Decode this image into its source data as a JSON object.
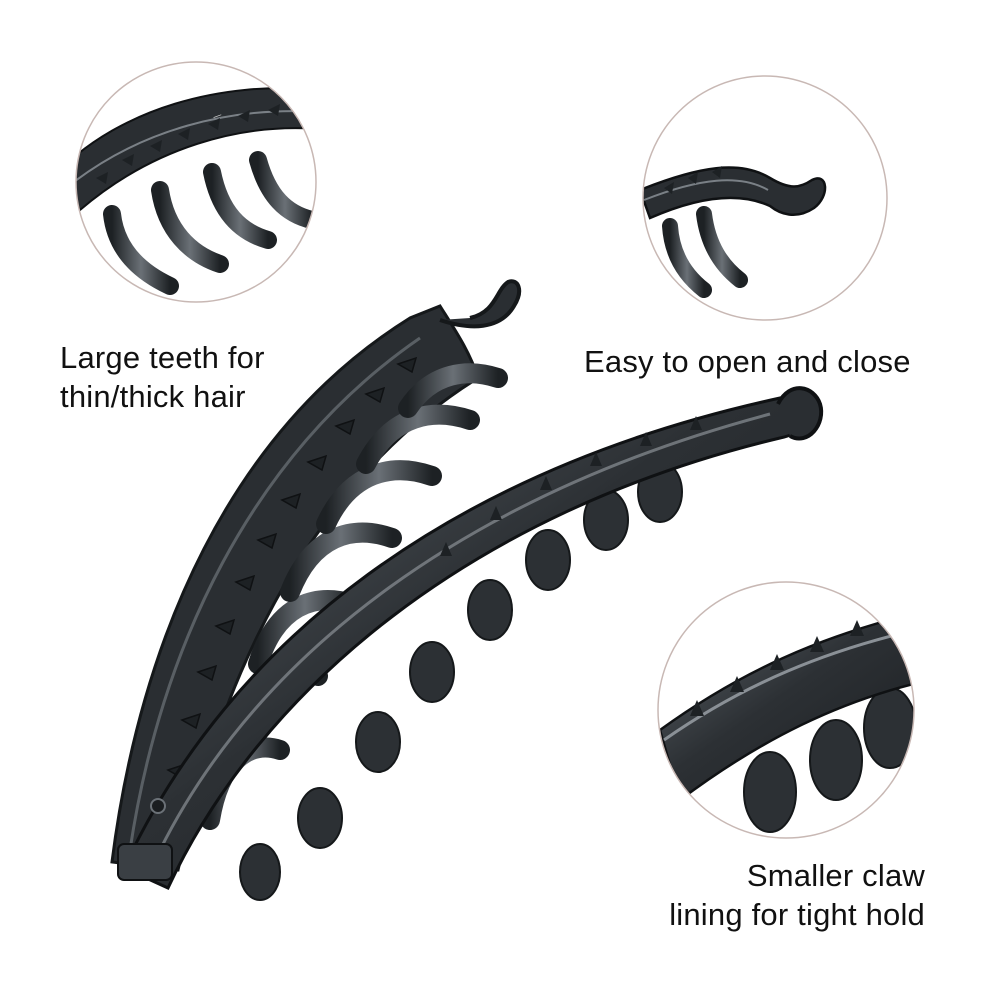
{
  "callouts": {
    "teeth": {
      "line1": "Large teeth for",
      "line2": "thin/thick hair"
    },
    "open_close": {
      "line1": "Easy to open and close"
    },
    "lining": {
      "line1": "Smaller claw",
      "line2": "lining for tight hold"
    }
  },
  "colors": {
    "background": "#ffffff",
    "text": "#111111",
    "clip_dark": "#1f2326",
    "clip_mid": "#3a3f44",
    "clip_light": "#6b7177",
    "circle_border": "#c8b8b4"
  },
  "icons": {
    "main": "banana-hair-clip",
    "zoom_teeth": "large-teeth-detail",
    "zoom_hinge": "hinge-hook-detail",
    "zoom_lining": "claw-lining-detail"
  }
}
